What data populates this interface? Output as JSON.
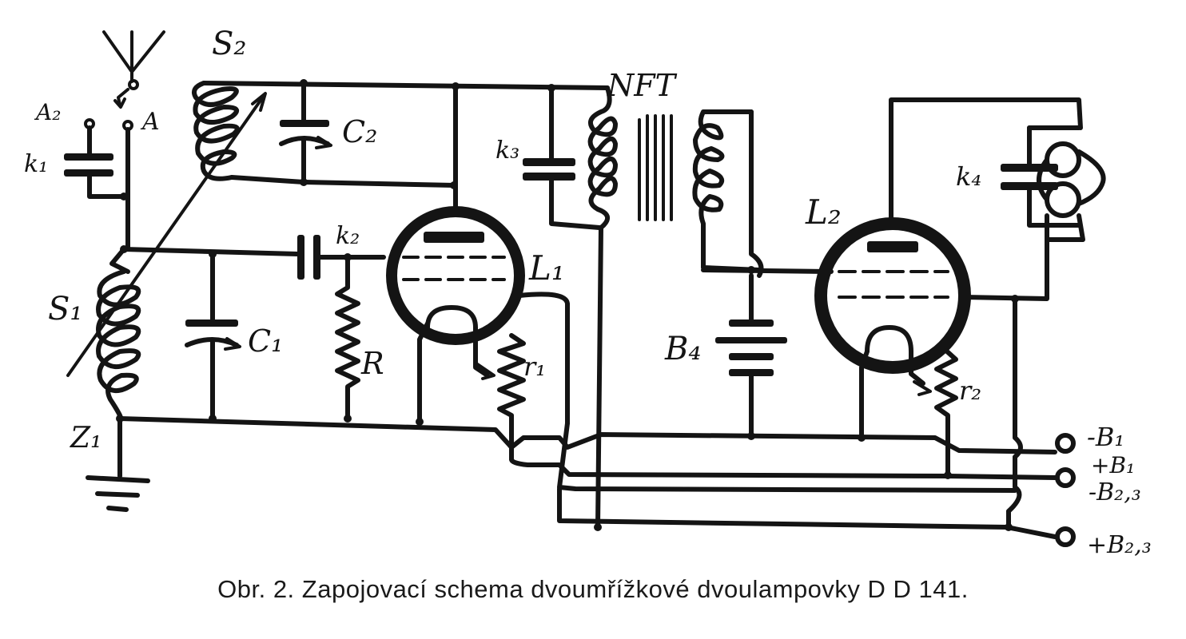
{
  "caption": "Obr. 2. Zapojovací schema dvoumřížkové dvoulampovky D D 141.",
  "labels": {
    "antenna_alt": "A₂",
    "antenna_main": "A",
    "k1": "k₁",
    "k2": "k₂",
    "k3": "k₃",
    "k4": "k₄",
    "s1": "S₁",
    "s2": "S₂",
    "c1": "C₁",
    "c2": "C₂",
    "r": "R",
    "l1": "L₁",
    "l2": "L₂",
    "r1": "r₁",
    "r2": "r₂",
    "nft": "NFT",
    "b4": "B₄",
    "z1": "Z₁"
  },
  "terminals": [
    "-B₁",
    "+B₁",
    "-B₂,₃",
    "+B₂,₃"
  ]
}
